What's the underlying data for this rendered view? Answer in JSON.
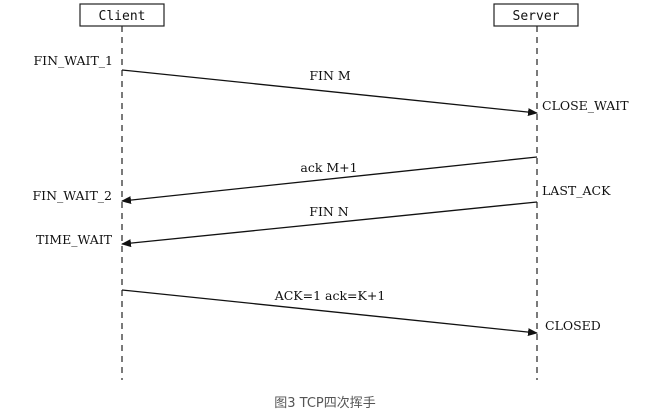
{
  "participants": {
    "client": "Client",
    "server": "Server"
  },
  "messages": [
    {
      "id": "fin-m",
      "label": "FIN M",
      "direction": "client-to-server"
    },
    {
      "id": "ack-m1",
      "label": "ack M+1",
      "direction": "server-to-client"
    },
    {
      "id": "fin-n",
      "label": "FIN N",
      "direction": "server-to-client"
    },
    {
      "id": "ack-final",
      "label": "ACK=1 ack=K+1",
      "direction": "client-to-server"
    }
  ],
  "client_states": {
    "fin_wait_1": "FIN_WAIT_1",
    "fin_wait_2": "FIN_WAIT_2",
    "time_wait": "TIME_WAIT"
  },
  "server_states": {
    "close_wait": "CLOSE_WAIT",
    "last_ack": "LAST_ACK",
    "closed": "CLOSED"
  },
  "caption": "图3 TCP四次挥手"
}
